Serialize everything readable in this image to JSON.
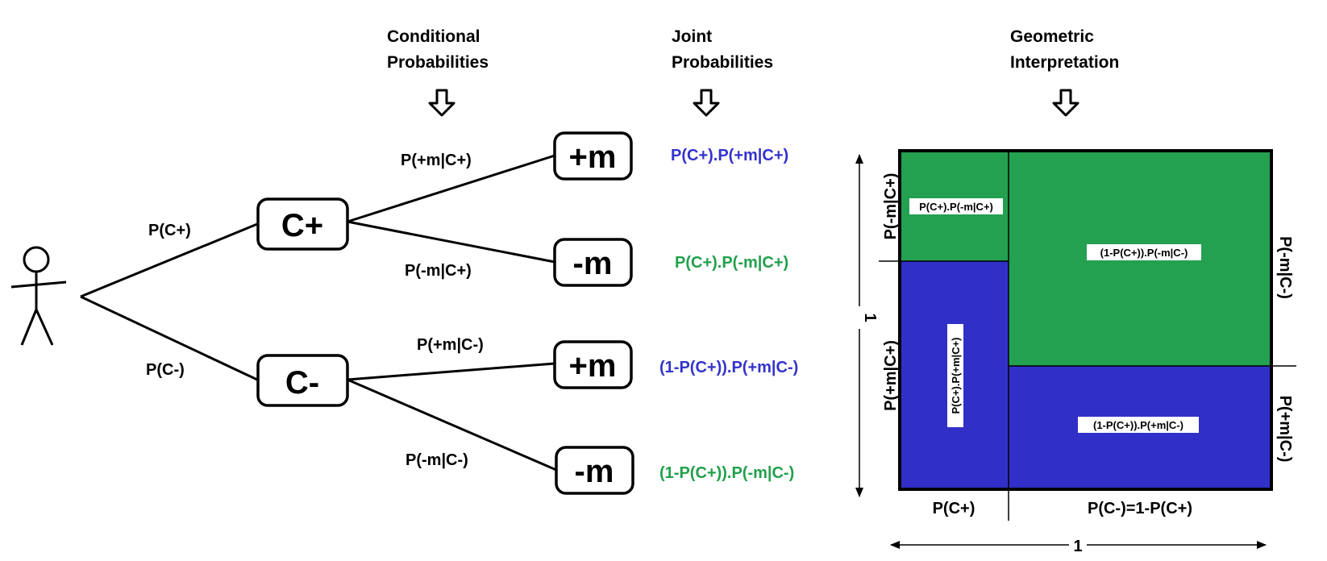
{
  "colors": {
    "blue": "#3333cc",
    "green": "#22a04b",
    "fill_blue": "#3030c8",
    "fill_green": "#23a050"
  },
  "headers": {
    "conditional": [
      "Conditional",
      "Probabilities"
    ],
    "joint": [
      "Joint",
      "Probabilities"
    ],
    "geometric": [
      "Geometric",
      "Interpretation"
    ]
  },
  "tree": {
    "root_icon": "stick-figure-icon",
    "nodes": {
      "c_plus": "C+",
      "c_minus": "C-",
      "plus_m_1": "+m",
      "minus_m_1": "-m",
      "plus_m_2": "+m",
      "minus_m_2": "-m"
    },
    "edges": {
      "p_c_plus": "P(C+)",
      "p_c_minus": "P(C-)",
      "p_pm_cp": "P(+m|C+)",
      "p_mm_cp": "P(-m|C+)",
      "p_pm_cm": "P(+m|C-)",
      "p_mm_cm": "P(-m|C-)"
    }
  },
  "joint": {
    "j1": "P(C+).P(+m|C+)",
    "j2": "P(C+).P(-m|C+)",
    "j3": "(1-P(C+)).P(+m|C-)",
    "j4": "(1-P(C+)).P(-m|C-)"
  },
  "geometric": {
    "left_top": "P(-m|C+)",
    "left_bottom": "P(+m|C+)",
    "right_top": "P(-m|C-)",
    "right_bottom": "P(+m|C-)",
    "bottom_left": "P(C+)",
    "bottom_right": "P(C-)=1-P(C+)",
    "vertical_one": "1",
    "horizontal_one": "1",
    "cells": {
      "top_left": "P(C+).P(-m|C+)",
      "bottom_left": "P(C+).P(+m|C+)",
      "top_right": "(1-P(C+)).P(-m|C-)",
      "bottom_right": "(1-P(C+)).P(+m|C-)"
    }
  }
}
